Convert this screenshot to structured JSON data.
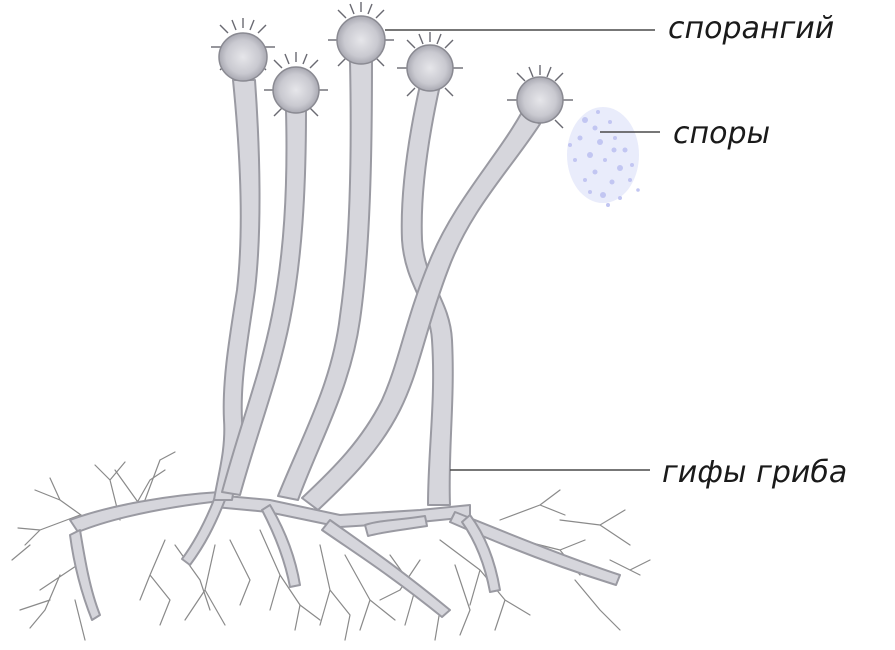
{
  "labels": {
    "sporangium": "спорангий",
    "spores": "споры",
    "hyphae": "гифы гриба"
  },
  "colors": {
    "hypha_fill": "#d6d6dc",
    "hypha_edge": "#9a9aa2",
    "root_line": "#8a8a8a",
    "spore_cloud": "#b8bdf0",
    "leader_line": "#4a4a4a"
  }
}
